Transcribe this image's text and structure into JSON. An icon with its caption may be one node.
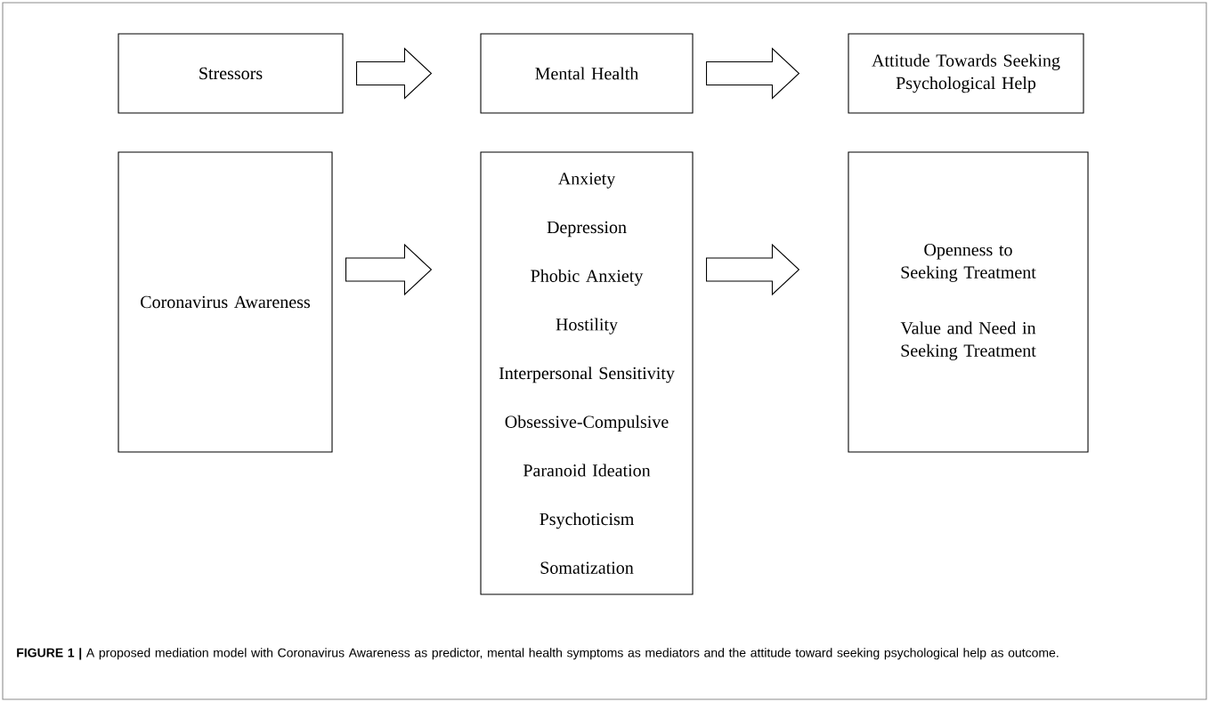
{
  "diagram": {
    "caption": "**FIGURE 1 |** A proposed mediation model with Coronavirus Awareness as predictor, mental health symptoms as mediators and the attitude toward seeking psychological help as outcome.",
    "nodes": [
      {
        "text": [
          "Stressors"
        ]
      },
      {
        "text": [
          "Mental Health"
        ]
      },
      {
        "text": [
          "Attitude Towards Seeking Psychological Help"
        ]
      },
      {
        "text": [
          "Coronavirus Awareness"
        ]
      },
      {
        "text": [
          "Anxiety",
          "Depression",
          "Phobic Anxiety",
          "Hostility",
          "Interpersonal Sensitivity",
          "Obsessive-Compulsive",
          "Paranoid Ideation",
          "Psychoticism",
          "Somatization"
        ]
      },
      {
        "text": [
          "Openness to Seeking Treatment",
          "Value and Need in Seeking Treatment"
        ]
      }
    ],
    "edges": [
      {
        "from": 0,
        "to": 1,
        "arrow": "to"
      },
      {
        "from": 1,
        "to": 2,
        "arrow": "to"
      },
      {
        "from": 3,
        "to": 4,
        "arrow": "to"
      },
      {
        "from": 4,
        "to": 5,
        "arrow": "to"
      }
    ]
  }
}
